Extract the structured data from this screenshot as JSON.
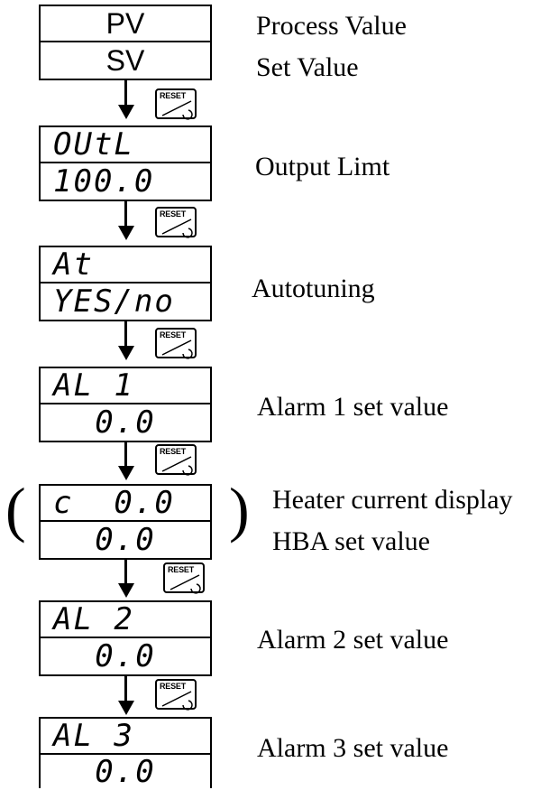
{
  "steps": [
    {
      "top_text": "PV",
      "bottom_text": "SV",
      "top_desc": "Process Value",
      "bottom_desc": "Set Value"
    },
    {
      "top_text": "OUtL",
      "bottom_text": "100.0",
      "desc": "Output Limt"
    },
    {
      "top_text": "At",
      "bottom_text": "YES/no",
      "desc": "Autotuning"
    },
    {
      "top_text": "AL 1",
      "bottom_text": "0.0",
      "desc": "Alarm 1 set value"
    },
    {
      "top_text": "c  0.0",
      "bottom_text": "0.0",
      "top_desc": "Heater current display",
      "bottom_desc": "HBA set value",
      "open_paren": "(",
      "close_paren": ")"
    },
    {
      "top_text": "AL 2",
      "bottom_text": "0.0",
      "desc": "Alarm 2 set value"
    },
    {
      "top_text": "AL 3",
      "bottom_text": "0.0",
      "desc": "Alarm 3 set value"
    }
  ],
  "reset_key_label": "RESET",
  "colors": {
    "ink": "#000000",
    "background": "#ffffff"
  }
}
